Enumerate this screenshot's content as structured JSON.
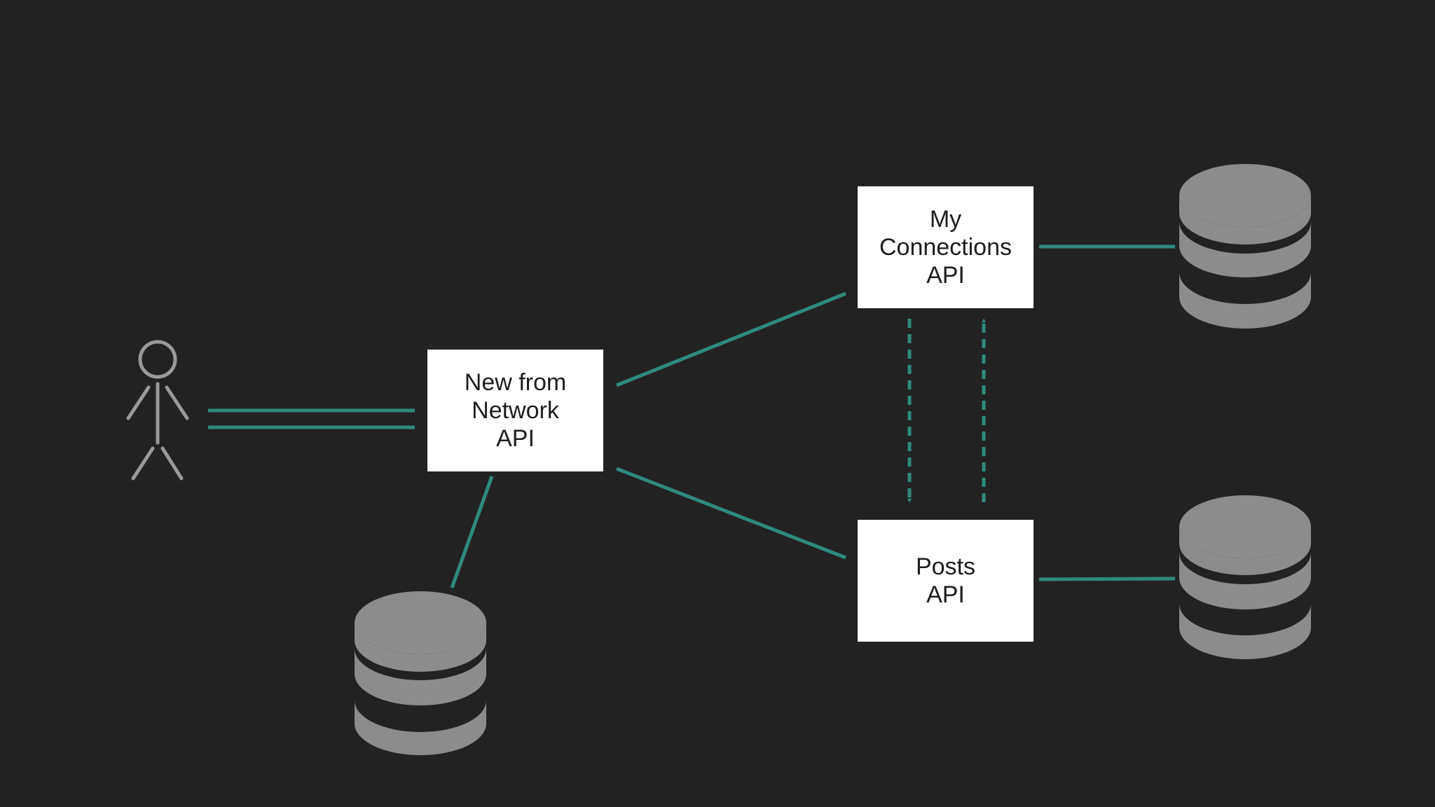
{
  "colors": {
    "background": "#222223",
    "connector": "#2f8a7e",
    "database": "#8c8c8d",
    "user_icon": "#9a9a9a",
    "box_fill": "#ffffff",
    "box_text": "#1e1e1e"
  },
  "nodes": {
    "user": {
      "icon": "stick-figure-icon"
    },
    "new_from_network_api": {
      "label": "New from\nNetwork\nAPI"
    },
    "my_connections_api": {
      "label": "My\nConnections\nAPI"
    },
    "posts_api": {
      "label": "Posts\nAPI"
    },
    "databases": [
      {
        "icon": "database-icon",
        "attached_to": "new_from_network_api"
      },
      {
        "icon": "database-icon",
        "attached_to": "my_connections_api"
      },
      {
        "icon": "database-icon",
        "attached_to": "posts_api"
      }
    ]
  },
  "edges": [
    {
      "from": "user",
      "to": "new_from_network_api",
      "style": "solid",
      "arrow": "end"
    },
    {
      "from": "new_from_network_api",
      "to": "user",
      "style": "solid",
      "arrow": "end"
    },
    {
      "from": "my_connections_api",
      "to": "new_from_network_api",
      "style": "solid",
      "arrow": "end"
    },
    {
      "from": "posts_api",
      "to": "new_from_network_api",
      "style": "solid",
      "arrow": "end"
    },
    {
      "from": "my_connections_api",
      "to": "posts_api",
      "style": "dashed",
      "arrow": "end"
    },
    {
      "from": "posts_api",
      "to": "my_connections_api",
      "style": "dashed",
      "arrow": "end"
    },
    {
      "from": "new_from_network_api",
      "to": "database",
      "style": "solid",
      "arrow": "none"
    },
    {
      "from": "my_connections_api",
      "to": "database",
      "style": "solid",
      "arrow": "none"
    },
    {
      "from": "posts_api",
      "to": "database",
      "style": "solid",
      "arrow": "none"
    }
  ]
}
